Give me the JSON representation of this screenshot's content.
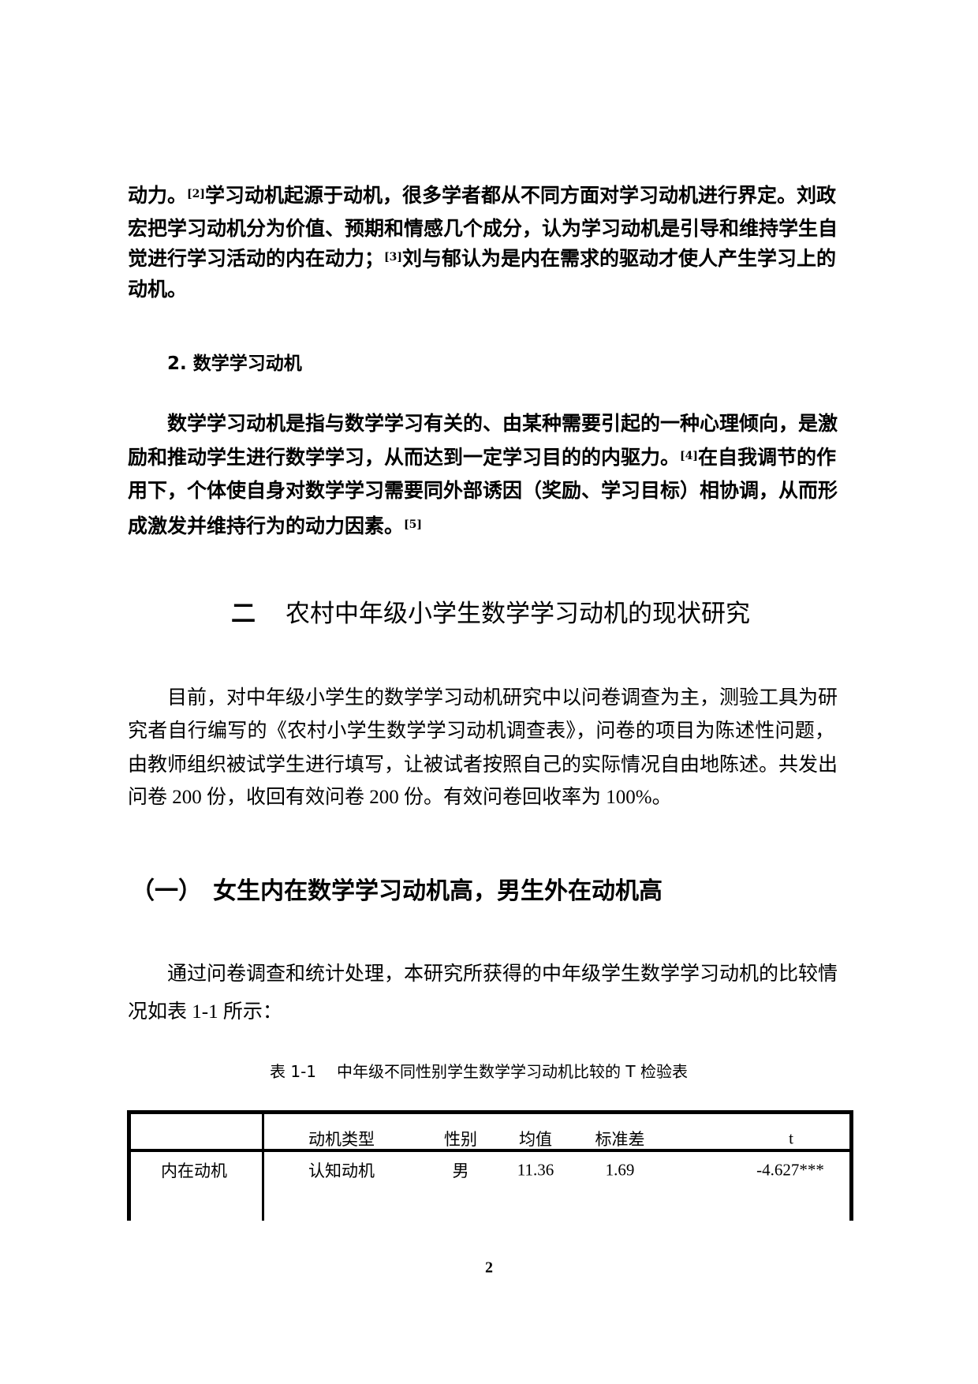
{
  "paragraph1": {
    "lines": [
      {
        "pre": "动力。",
        "sup": "[2]",
        "post": "学习动机起源于动机，很多学者都从不同方面对学习动机进行界定。刘政"
      },
      {
        "text": "宏把学习动机分为价值、预期和情感几个成分，认为学习动机是引导和维持学生自"
      },
      {
        "pre": "觉进行学习活动的内在动力；",
        "sup": "[3]",
        "post": "刘与郁认为是内在需求的驱动才使人产生学习上的"
      },
      {
        "text": "动机。"
      }
    ]
  },
  "subheading1": "2. 数学学习动机",
  "paragraph2": {
    "lines": [
      {
        "text": "数学学习动机是指与数学学习有关的、由某种需要引起的一种心理倾向，是激"
      },
      {
        "pre": "励和推动学生进行数学学习，从而达到一定学习目的的内驱力。",
        "sup": "[4]",
        "post": "在自我调节的作"
      },
      {
        "text": "用下，个体使自身对数学学习需要同外部诱因（奖励、学习目标）相协调，从而形"
      },
      {
        "pre": "成激发并维持行为的动力因素。",
        "sup": "[5]",
        "post": ""
      }
    ]
  },
  "section_heading": {
    "number": "二",
    "title": "农村中年级小学生数学学习动机的现状研究"
  },
  "paragraph3": {
    "lines": [
      "目前，对中年级小学生的数学学习动机研究中以问卷调查为主，测验工具为研",
      "究者自行编写的《农村小学生数学学习动机调查表》，问卷的项目为陈述性问题，",
      "由教师组织被试学生进行填写，让被试者按照自己的实际情况自由地陈述。共发出",
      "问卷 200 份，收回有效问卷 200 份。有效问卷回收率为 100%。"
    ]
  },
  "subsection_heading": {
    "number": "（一）",
    "title": "女生内在数学学习动机高，男生外在动机高"
  },
  "paragraph4": {
    "lines": [
      "通过问卷调查和统计处理，本研究所获得的中年级学生数学学习动机的比较情",
      "况如表 1-1 所示："
    ]
  },
  "table": {
    "caption_number": "表 1-1",
    "caption_title": "中年级不同性别学生数学学习动机比较的 T 检验表",
    "headers": [
      "",
      "动机类型",
      "性别",
      "均值",
      "标准差",
      "t"
    ],
    "rows": [
      [
        "内在动机",
        "认知动机",
        "男",
        "11.36",
        "1.69",
        "-4.627***"
      ]
    ]
  },
  "page_number": "2"
}
